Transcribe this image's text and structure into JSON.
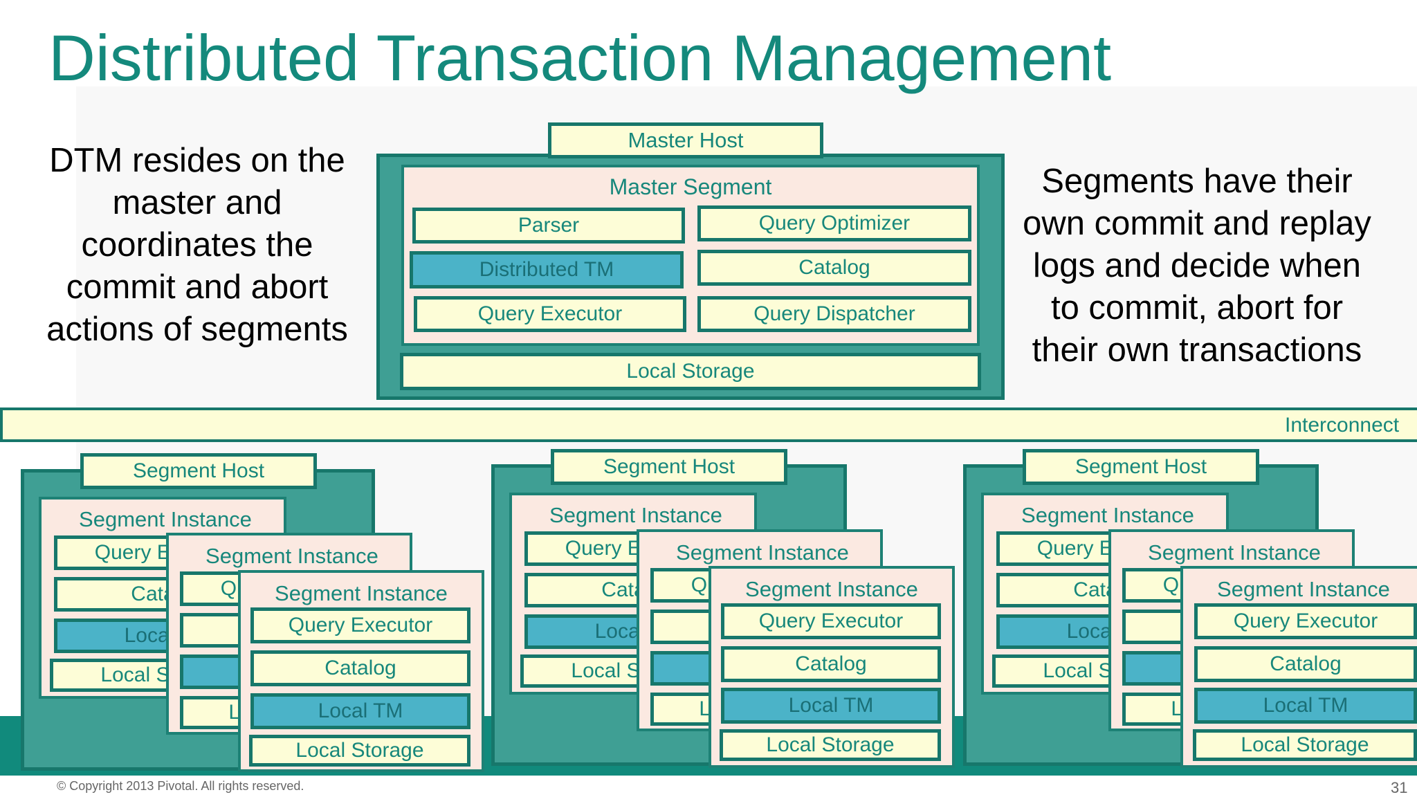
{
  "slide": {
    "title": "Distributed Transaction Management",
    "left_text": [
      "DTM resides on the",
      "master and",
      "coordinates the",
      "commit and abort",
      "actions of segments"
    ],
    "right_text": [
      "Segments have their",
      "own commit and replay",
      "logs and decide when",
      "to commit, abort for",
      "their own transactions"
    ],
    "copyright": "© Copyright 2013 Pivotal. All rights reserved.",
    "page_number": "31"
  },
  "master": {
    "host_label": "Master Host",
    "segment_label": "Master Segment",
    "parser": "Parser",
    "query_optimizer": "Query Optimizer",
    "distributed_tm": "Distributed TM",
    "catalog": "Catalog",
    "query_executor": "Query Executor",
    "query_dispatcher": "Query Dispatcher",
    "local_storage": "Local Storage"
  },
  "interconnect": {
    "label": "Interconnect"
  },
  "segment": {
    "host_label": "Segment Host",
    "instance_label": "Segment Instance",
    "query_executor": "Query Executor",
    "catalog": "Catalog",
    "local_tm": "Local TM",
    "local_storage": "Local Storage"
  },
  "colors": {
    "title": "#14897c",
    "teal_fill": "#3f9f94",
    "teal_border": "#17776b",
    "box_fill": "#fdfdd7",
    "instance_fill": "#fbe9e1",
    "tm_fill": "#4bb3c8",
    "band": "#118a7c"
  }
}
